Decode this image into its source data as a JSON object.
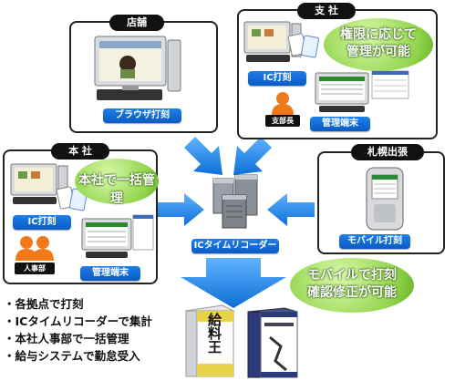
{
  "locations": {
    "store": {
      "title": "店舗",
      "label": "ブラウザ打刻"
    },
    "branch": {
      "title": "支 社",
      "ic_label": "IC打刻",
      "terminal_label": "管理端末",
      "person": "支部長",
      "bubble": "権限に応じて管理が可能"
    },
    "headquarters": {
      "title": "本 社",
      "ic_label": "IC打刻",
      "terminal_label": "管理端末",
      "person": "人事部",
      "bubble": "本社で一括管理"
    },
    "sapporo": {
      "title": "札幌出張",
      "label": "モバイル打刻",
      "bubble": "モバイルで打刻確認修正が可能"
    }
  },
  "center": {
    "label": "ICタイムリコーダー"
  },
  "bullets": [
    "・各拠点で打刻",
    "・ICタイムリコーダーで集計",
    "・本社人事部で一括管理",
    "・給与システムで勤怠受入"
  ],
  "products": {
    "kyuyo": "給料王"
  },
  "colors": {
    "arrow": "#1d7fe0",
    "bubble": "#8fd44a",
    "label": "#0a5bc3"
  }
}
